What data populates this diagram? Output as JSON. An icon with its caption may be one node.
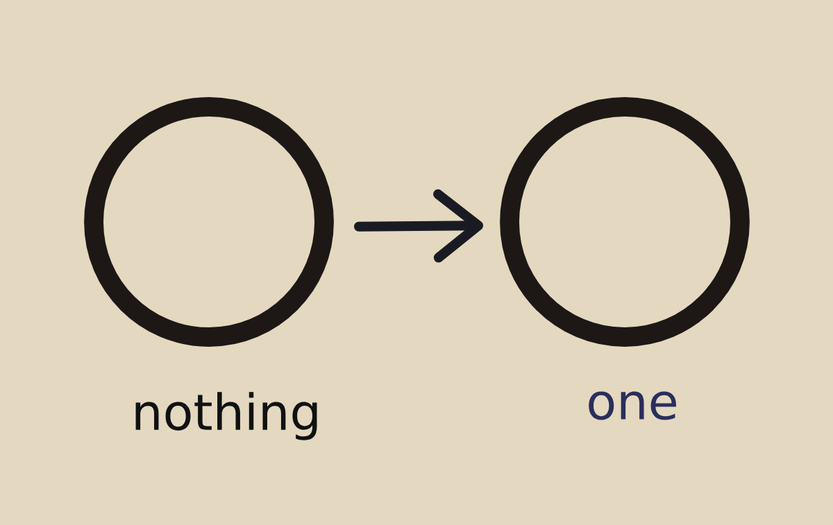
{
  "diagram": {
    "nodes": [
      {
        "text": [],
        "shape": "circle",
        "beside": [
          "nothing"
        ]
      },
      {
        "text": [],
        "shape": "circle",
        "beside": [
          "one"
        ]
      }
    ],
    "edges": [
      {
        "from": 0,
        "to": 1,
        "arrow": "to"
      }
    ]
  }
}
